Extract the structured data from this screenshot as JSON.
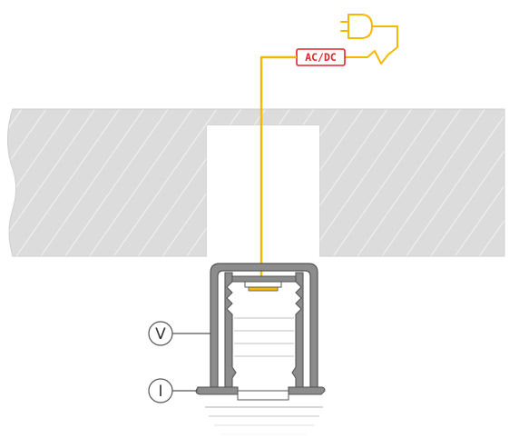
{
  "diagram": {
    "converter_label": "AC/DC",
    "callouts": [
      {
        "id": "V",
        "label": "V"
      },
      {
        "id": "I",
        "label": "I"
      }
    ]
  },
  "colors": {
    "background": "#ffffff",
    "wall_fill": "#dcdcdc",
    "wall_hatch": "#f2f2f2",
    "wall_edge": "#cfcfcf",
    "cable": "#f5b800",
    "converter_red": "#e3242b",
    "profile_fill": "#8c8c8c",
    "profile_outline": "#555555",
    "outline": "#555555"
  },
  "icons": {
    "plug": "power-plug-icon",
    "converter": "ac-dc-converter-box",
    "led": "led-strip-icon"
  }
}
